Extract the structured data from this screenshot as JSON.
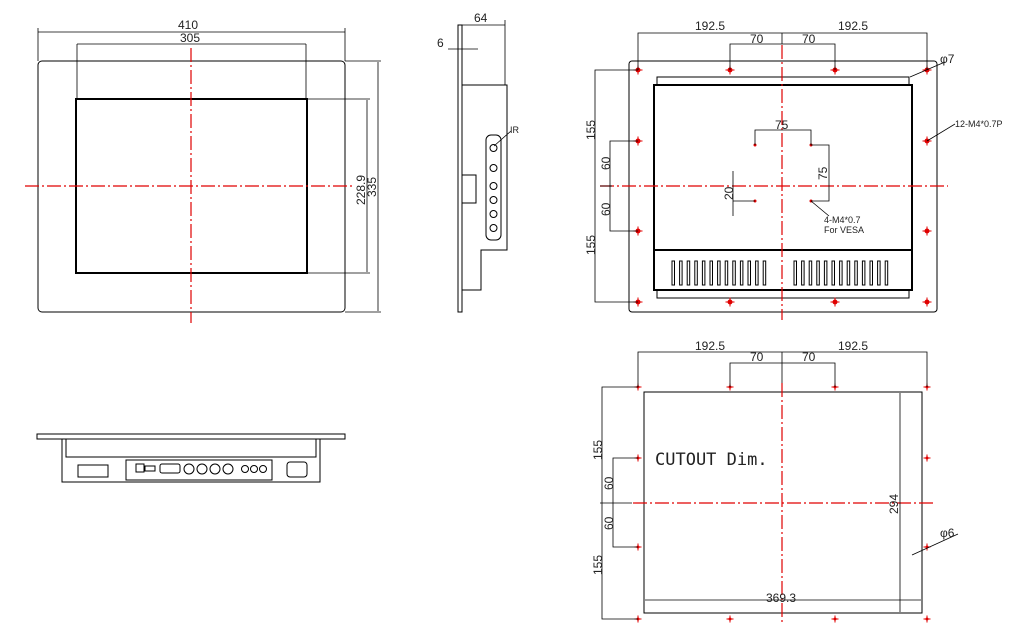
{
  "front_view": {
    "width": "410",
    "screen_width": "305",
    "screen_height": "228.9",
    "height": "335"
  },
  "side_view": {
    "depth": "64",
    "panel_thickness": "6",
    "ir_label": "IR"
  },
  "rear_view": {
    "dim_left": "192.5",
    "dim_right": "192.5",
    "dim_inner_left": "70",
    "dim_inner_right": "70",
    "dim_vert_top": "155",
    "dim_vert_bottom": "155",
    "dim_vert_inner_top": "60",
    "dim_vert_inner_bottom": "60",
    "hole_dia": "φ7",
    "hole_note": "12-M4*0.7P",
    "vesa_h": "75",
    "vesa_v": "75",
    "vesa_offset": "20",
    "vesa_note_1": "4-M4*0.7",
    "vesa_note_2": "For VESA"
  },
  "cutout_view": {
    "title": "CUTOUT Dim.",
    "dim_left": "192.5",
    "dim_right": "192.5",
    "dim_inner_left": "70",
    "dim_inner_right": "70",
    "dim_vert_top": "155",
    "dim_vert_bottom": "155",
    "dim_vert_inner_top": "60",
    "dim_vert_inner_bottom": "60",
    "cut_height": "294",
    "cut_width": "369.3",
    "hole_dia": "φ6"
  },
  "colors": {
    "centerline": "#e00000",
    "hole": "#e00000",
    "line": "#000000"
  }
}
